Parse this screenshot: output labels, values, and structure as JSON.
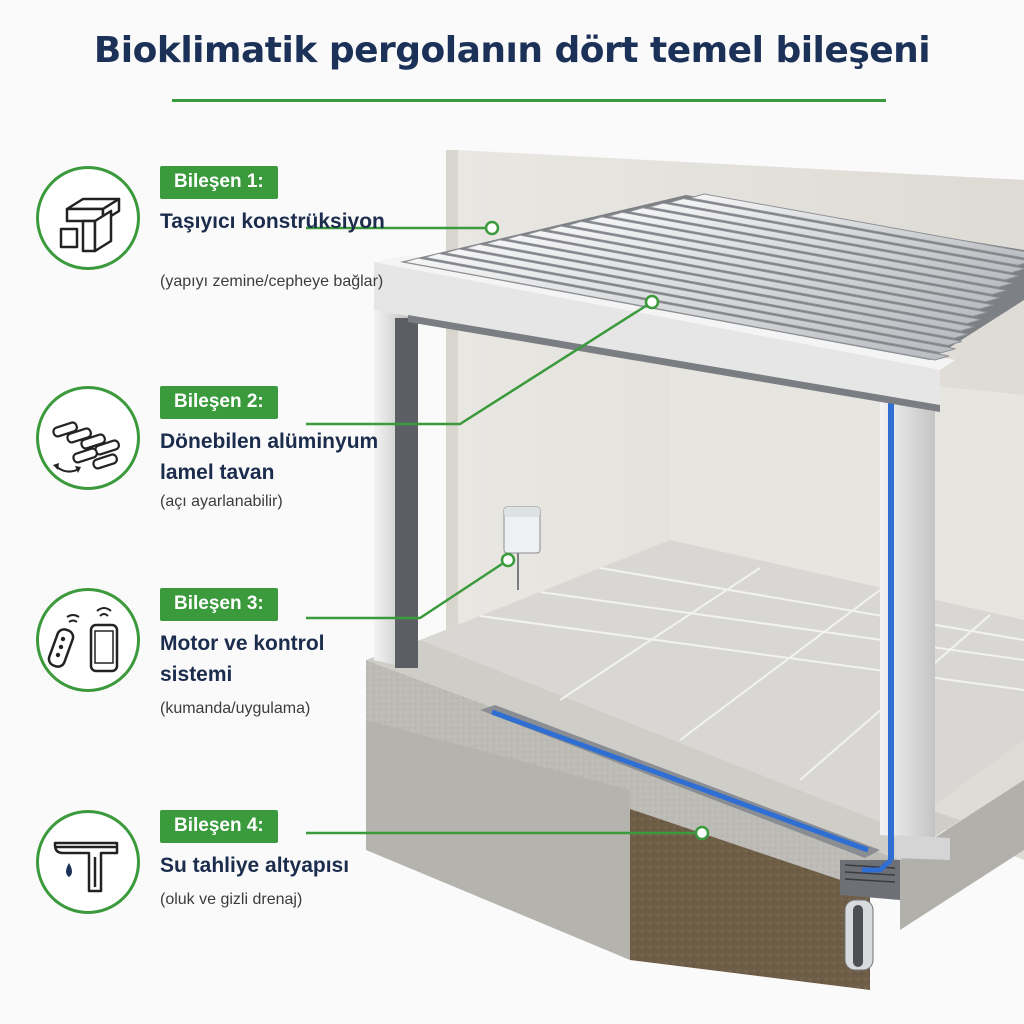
{
  "title": "Bioklimatik pergolanın dört temel bileşeni",
  "colors": {
    "accent": "#3a9a3c",
    "title": "#1c3158",
    "text": "#1b2c4d",
    "water": "#2f6fd4"
  },
  "components": [
    {
      "badge": "Bileşen 1:",
      "name": "Taşıyıcı konstrüksiyon",
      "note": "(yapıyı zemine/cepheye bağlar)",
      "icon": "frame-profile-icon"
    },
    {
      "badge": "Bileşen 2:",
      "name": "Dönebilen alüminyum lamel tavan",
      "note": "(açı ayarlanabilir)",
      "icon": "rotating-louvers-icon"
    },
    {
      "badge": "Bileşen 3:",
      "name": "Motor ve kontrol sistemi",
      "note": "(kumanda/uygulama)",
      "icon": "remote-phone-icon"
    },
    {
      "badge": "Bileşen 4:",
      "name": "Su tahliye altyapısı",
      "note": "(oluk ve gizli drenaj)",
      "icon": "gutter-drop-icon"
    }
  ]
}
